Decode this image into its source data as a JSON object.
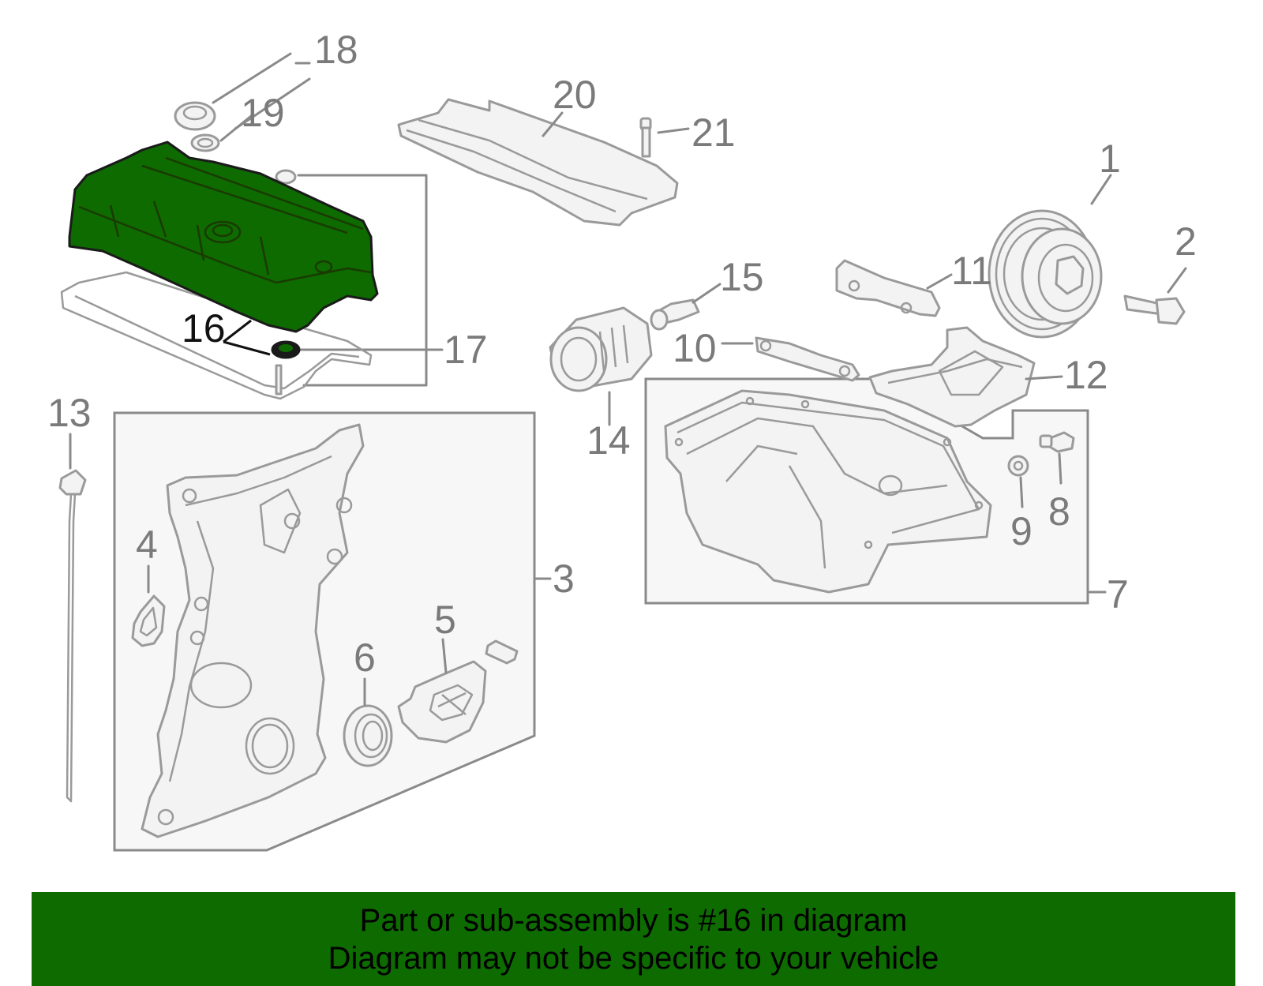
{
  "diagram": {
    "highlight_color": "#0d6b00",
    "callouts": {
      "c1": "1",
      "c2": "2",
      "c3": "3",
      "c4": "4",
      "c5": "5",
      "c6": "6",
      "c7": "7",
      "c8": "8",
      "c9": "9",
      "c10": "10",
      "c11": "11",
      "c12": "12",
      "c13": "13",
      "c14": "14",
      "c15": "15",
      "c16": "16",
      "c17": "17",
      "c18": "18",
      "c19": "19",
      "c20": "20",
      "c21": "21"
    },
    "highlighted_callout": "16"
  },
  "banner": {
    "background": "#0d6b00",
    "line1": "Part or sub-assembly is #16 in diagram",
    "line2": "Diagram may not be specific to your vehicle"
  }
}
